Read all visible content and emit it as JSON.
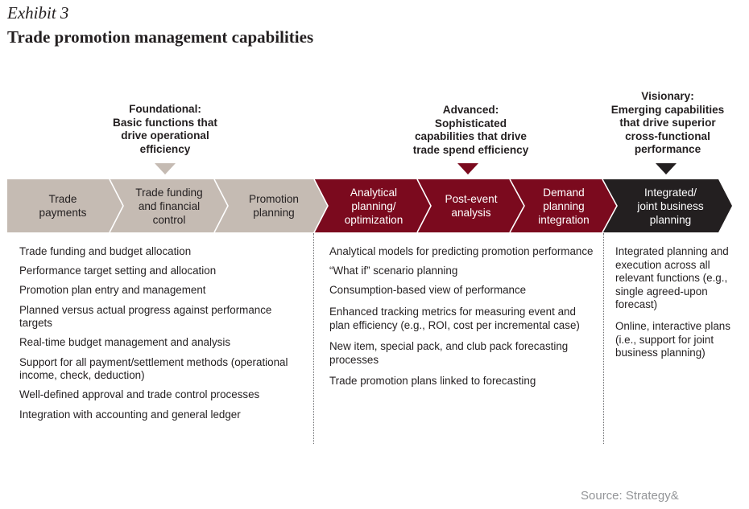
{
  "header": {
    "exhibit": "Exhibit 3",
    "title": "Trade promotion management capabilities"
  },
  "stages": [
    {
      "name": "Foundational",
      "label_lines": [
        "Foundational:",
        "Basic functions that",
        "drive operational",
        "efficiency"
      ],
      "color": "#c5bbb3"
    },
    {
      "name": "Advanced",
      "label_lines": [
        "Advanced:",
        "Sophisticated",
        "capabilities that drive",
        "trade spend efficiency"
      ],
      "color": "#7b0a1e"
    },
    {
      "name": "Visionary",
      "label_lines": [
        "Visionary:",
        "Emerging capabilities",
        "that drive superior",
        "cross-functional",
        "performance"
      ],
      "color": "#231f20"
    }
  ],
  "chevrons": [
    {
      "label_lines": [
        "Trade",
        "payments"
      ],
      "stage": "Foundational"
    },
    {
      "label_lines": [
        "Trade funding",
        "and financial",
        "control"
      ],
      "stage": "Foundational"
    },
    {
      "label_lines": [
        "Promotion",
        "planning"
      ],
      "stage": "Foundational"
    },
    {
      "label_lines": [
        "Analytical",
        "planning/",
        "optimization"
      ],
      "stage": "Advanced"
    },
    {
      "label_lines": [
        "Post-event",
        "analysis"
      ],
      "stage": "Advanced"
    },
    {
      "label_lines": [
        "Demand",
        "planning",
        "integration"
      ],
      "stage": "Advanced"
    },
    {
      "label_lines": [
        "Integrated/",
        "joint business",
        "planning"
      ],
      "stage": "Visionary"
    }
  ],
  "capabilities": {
    "foundational": [
      "Trade funding and budget allocation",
      "Performance target setting and allocation",
      "Promotion plan entry and management",
      "Planned versus actual progress against performance targets",
      "Real-time budget management and analysis",
      "Support for all payment/settlement methods (operational income, check, deduction)",
      "Well-defined approval and trade control processes",
      "Integration with accounting and general ledger"
    ],
    "advanced": [
      "Analytical models for predicting promotion performance",
      "“What if” scenario planning",
      "Consumption-based view of performance",
      "Enhanced tracking metrics for measuring event and plan efficiency (e.g., ROI, cost per incremental case)",
      "New item, special pack, and club pack forecasting processes",
      "Trade promotion plans linked to forecasting"
    ],
    "visionary": [
      "Integrated planning and execution across all relevant functions (e.g., single agreed-upon forecast)",
      "Online, interactive plans (i.e., support for joint business planning)"
    ]
  },
  "footer": {
    "source": "Source: Strategy&"
  },
  "colors": {
    "foundational": "#c5bbb3",
    "advanced": "#7b0a1e",
    "visionary": "#231f20",
    "text_dark": "#231f20",
    "source_gray": "#939598"
  }
}
